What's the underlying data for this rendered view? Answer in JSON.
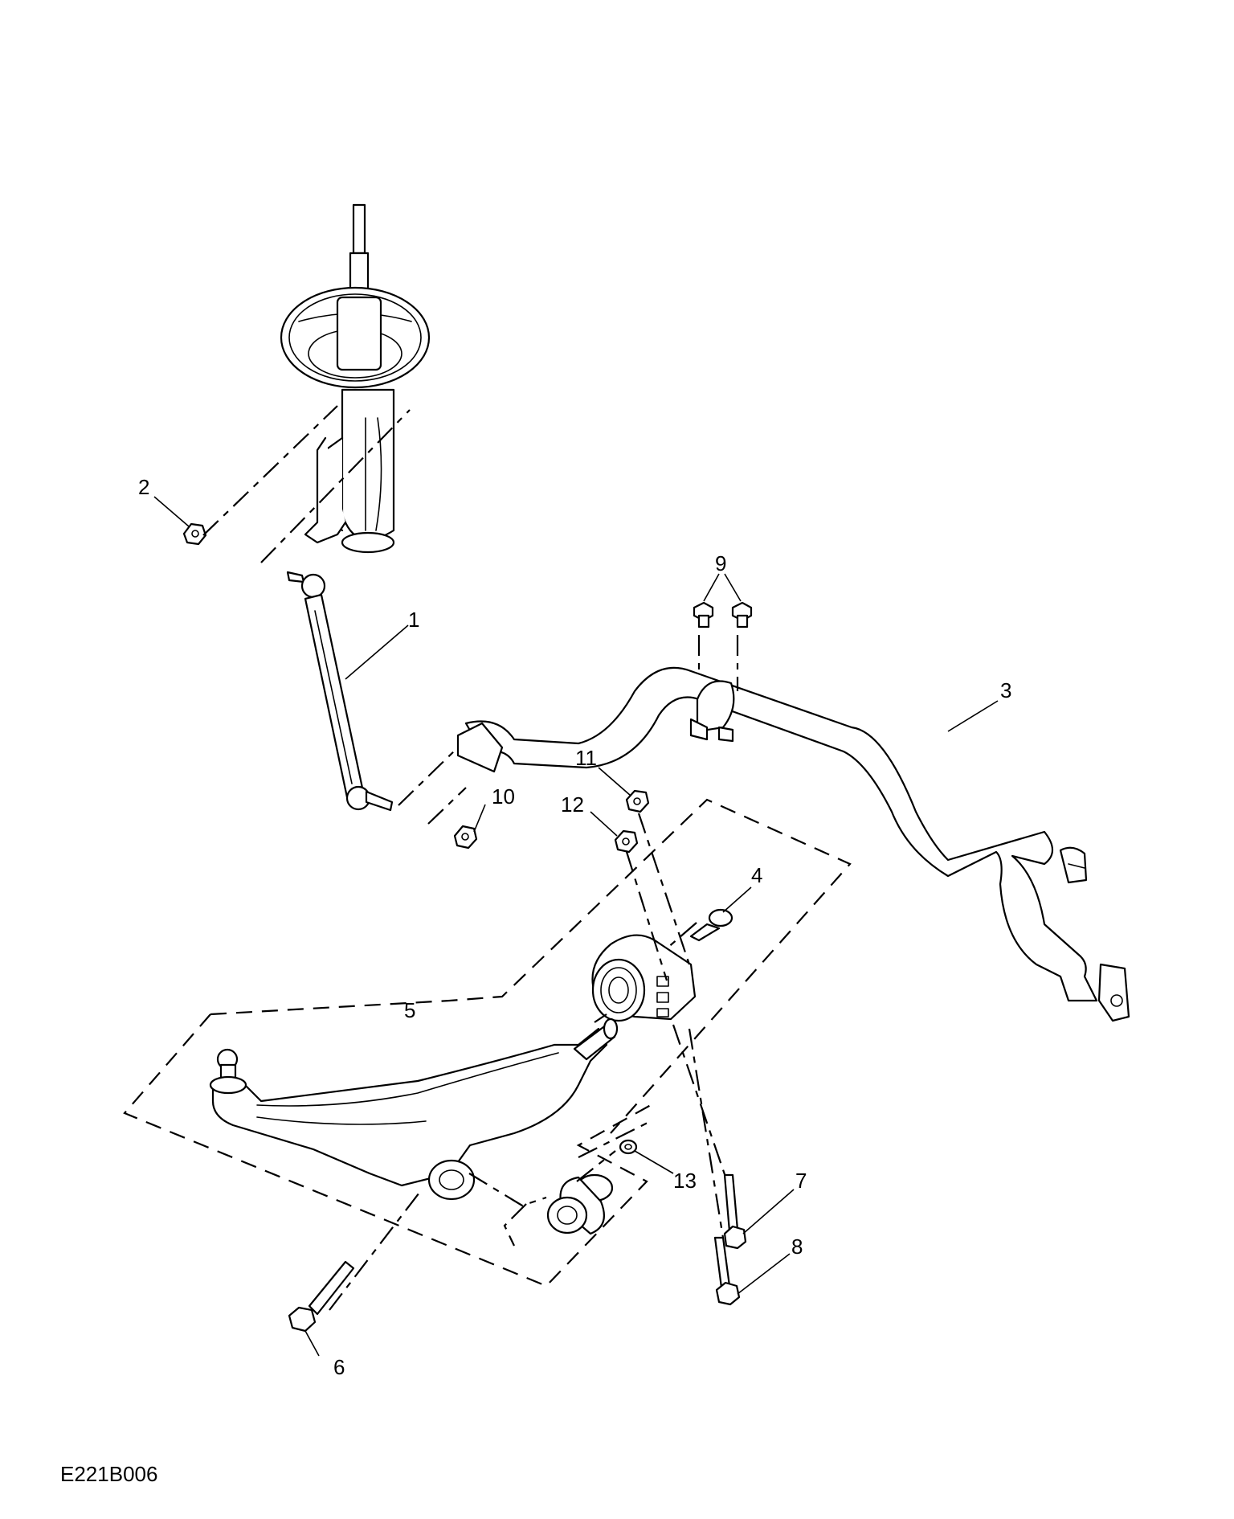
{
  "diagram": {
    "reference_code": "E221B006",
    "callouts": [
      {
        "id": "1",
        "label": "1"
      },
      {
        "id": "2",
        "label": "2"
      },
      {
        "id": "3",
        "label": "3"
      },
      {
        "id": "4",
        "label": "4"
      },
      {
        "id": "5",
        "label": "5"
      },
      {
        "id": "6",
        "label": "6"
      },
      {
        "id": "7",
        "label": "7"
      },
      {
        "id": "8",
        "label": "8"
      },
      {
        "id": "9",
        "label": "9"
      },
      {
        "id": "10",
        "label": "10"
      },
      {
        "id": "11",
        "label": "11"
      },
      {
        "id": "12",
        "label": "12"
      },
      {
        "id": "13",
        "label": "13"
      }
    ]
  }
}
